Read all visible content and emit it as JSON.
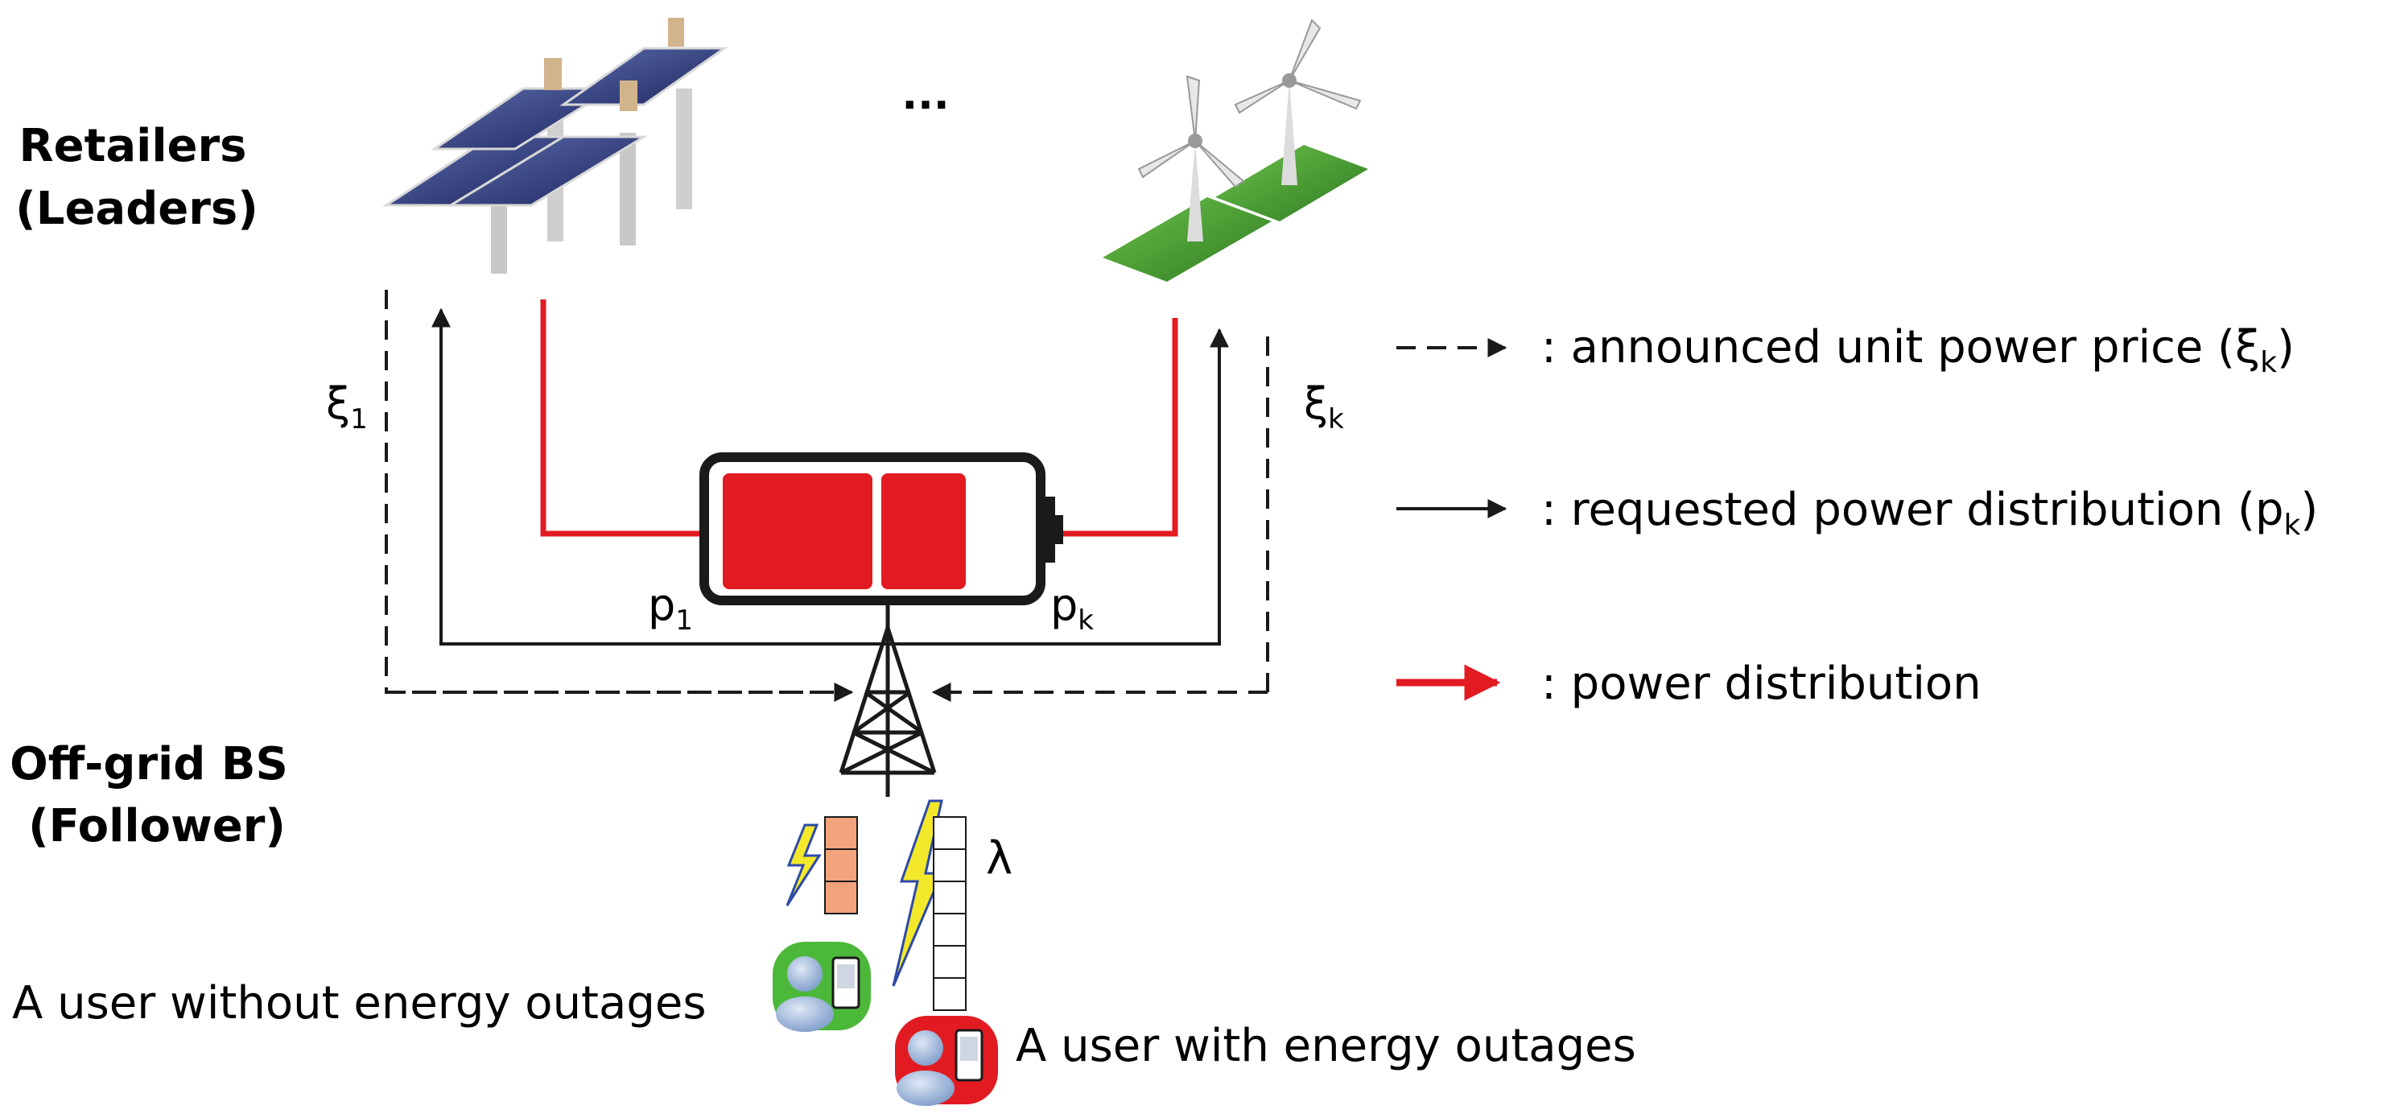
{
  "roles": {
    "retailers_line1": "Retailers",
    "retailers_line2": "(Leaders)",
    "bs_line1": "Off-grid BS",
    "bs_line2": "(Follower)"
  },
  "ellipsis": "...",
  "symbols": {
    "xi_1_base": "ξ",
    "xi_1_sub": "1",
    "xi_k_base": "ξ",
    "xi_k_sub": "k",
    "p_1_base": "p",
    "p_1_sub": "1",
    "p_k_base": "p",
    "p_k_sub": "k",
    "lambda": "λ"
  },
  "legend": {
    "price_text": ": announced unit power price (",
    "price_sym": "ξ",
    "price_sub": "k",
    "price_close": ")",
    "request_text": ": requested power distribution (",
    "request_sym": "p",
    "request_sub": "k",
    "request_close": ")",
    "power_text": ": power distribution"
  },
  "users": {
    "without_outage": "A user without energy outages",
    "with_outage": "A user with energy outages"
  },
  "colors": {
    "power_red": "#e21b23",
    "queue_orange": "#f4a47c",
    "user_ok_green": "#4cb83a",
    "user_out_red": "#e21b23",
    "lightning_yellow": "#f3e82a",
    "lightning_blue": "#2d4aa8"
  },
  "icons": [
    "solar-panel-icon",
    "wind-turbine-icon",
    "battery-icon",
    "tower-icon",
    "user-icon",
    "phone-icon",
    "lightning-icon"
  ]
}
